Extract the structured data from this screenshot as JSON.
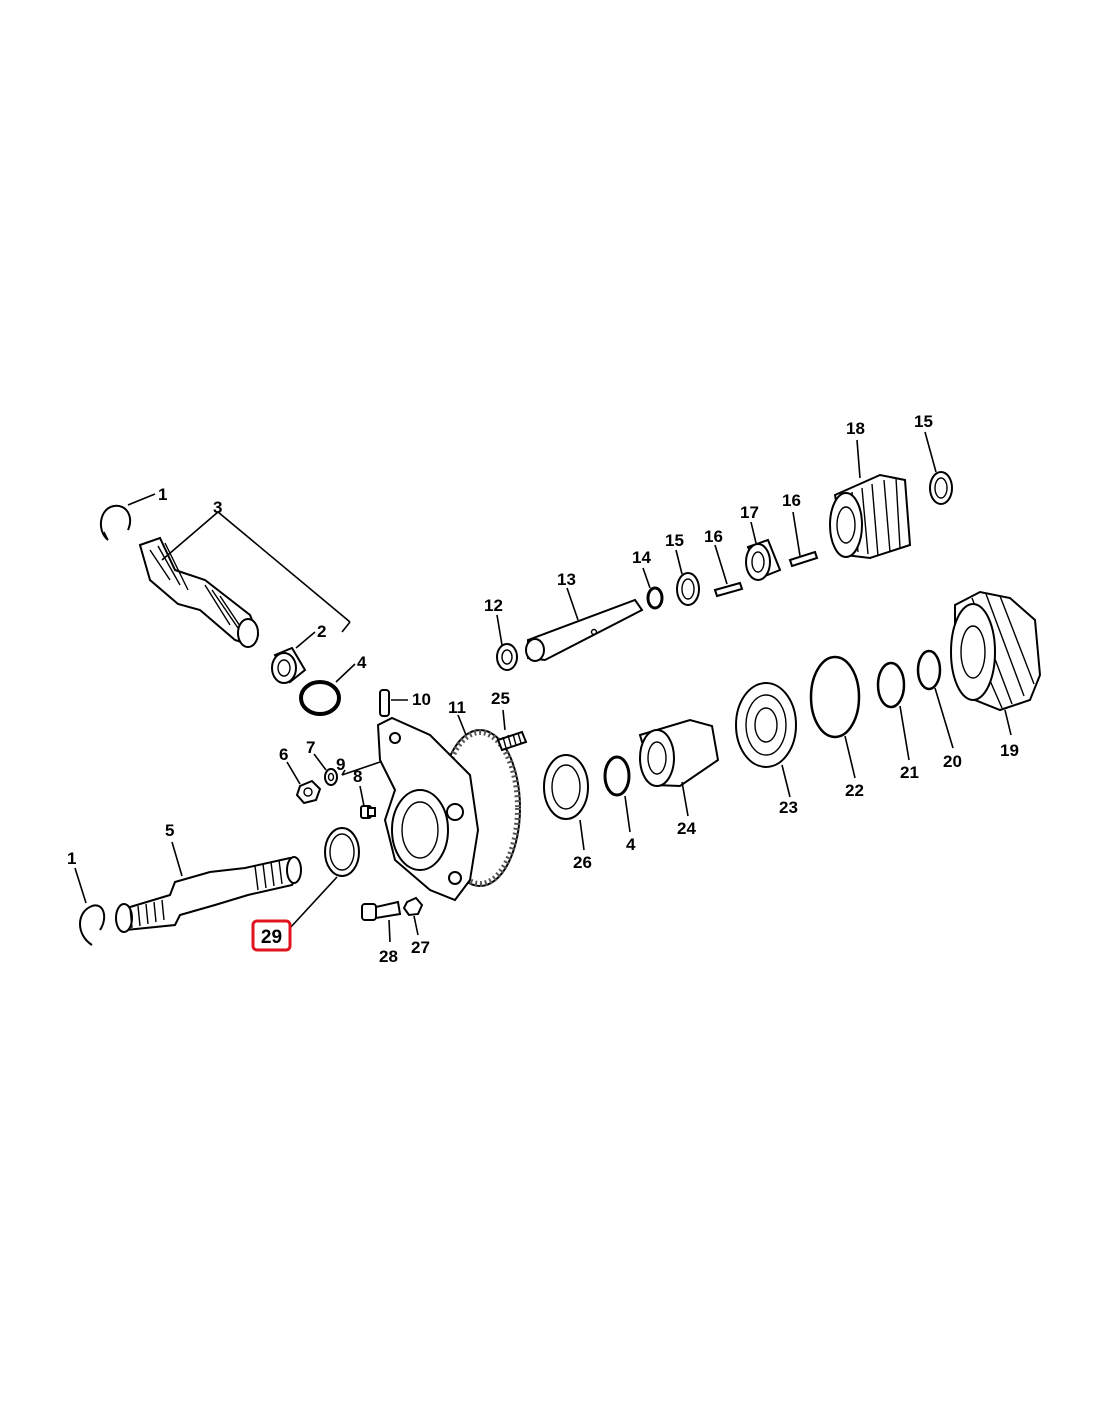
{
  "highlight": {
    "label": "29",
    "color": "#e0141e"
  },
  "callouts": {
    "c1_top": "1",
    "c3": "3",
    "c2": "2",
    "c4_left": "4",
    "c10": "10",
    "c11": "11",
    "c25": "25",
    "c12": "12",
    "c13": "13",
    "c14": "14",
    "c15_mid": "15",
    "c16_left": "16",
    "c17": "17",
    "c16_right": "16",
    "c18": "18",
    "c15_right": "15",
    "c6": "6",
    "c7": "7",
    "c9": "9",
    "c8": "8",
    "c5": "5",
    "c1_bottom": "1",
    "c28": "28",
    "c27": "27",
    "c26": "26",
    "c4_mid": "4",
    "c24": "24",
    "c23": "23",
    "c22": "22",
    "c21": "21",
    "c20": "20",
    "c19": "19"
  }
}
